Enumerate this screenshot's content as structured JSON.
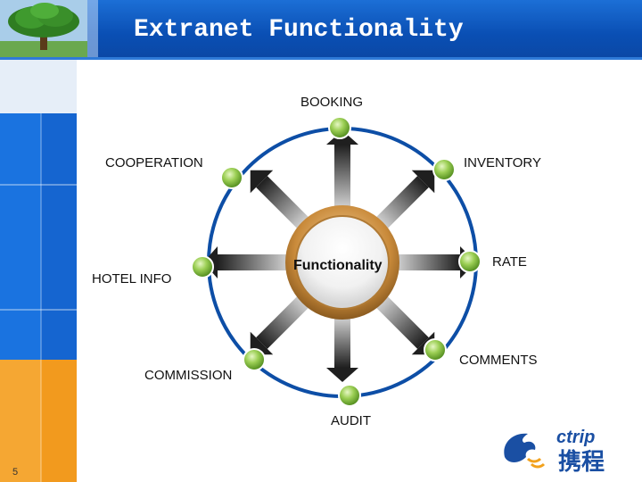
{
  "slide": {
    "title": "Extranet Functionality",
    "page_number": "5"
  },
  "diagram": {
    "center": "Functionality",
    "nodes": [
      {
        "label": "BOOKING"
      },
      {
        "label": "INVENTORY"
      },
      {
        "label": "RATE"
      },
      {
        "label": "COMMENTS"
      },
      {
        "label": "AUDIT"
      },
      {
        "label": "COMMISSION"
      },
      {
        "label": "HOTEL INFO"
      },
      {
        "label": "COOPERATION"
      }
    ]
  },
  "logo": {
    "text": "ctrip",
    "text_cn": "携程"
  },
  "colors": {
    "header_blue": "#0a4fb4",
    "panel_blue": "#1565d0",
    "panel_orange": "#f29a1e",
    "node_green": "#7bbf3a",
    "ring_blue": "#0d4ea6",
    "arrow_dark": "#2a2a2a"
  }
}
